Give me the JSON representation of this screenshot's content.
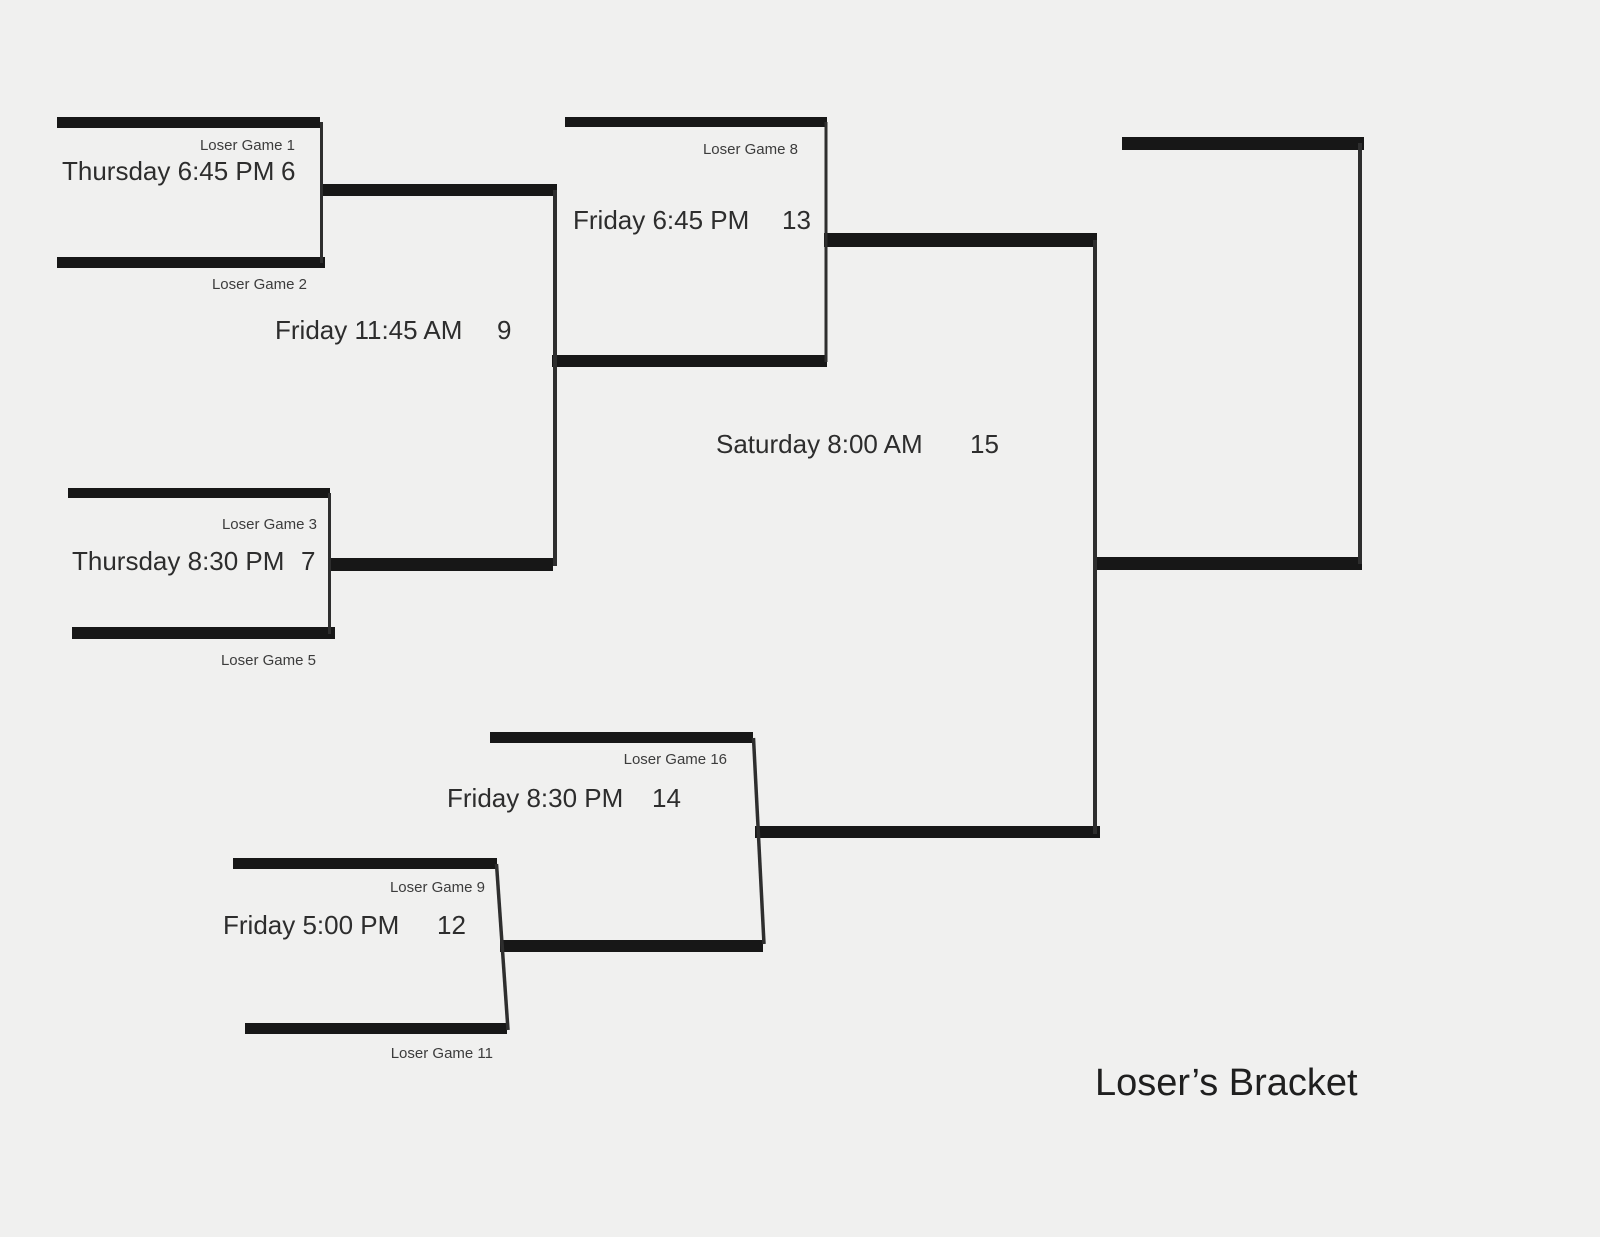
{
  "title": "Loser’s Bracket",
  "colors": {
    "background": "#f0f0ef",
    "bar": "#171717",
    "connector_line": "#2e2e2e",
    "schedule_text": "#2d2d2d",
    "feeder_label_text": "#3c3c3c",
    "title_text": "#1f1f1f"
  },
  "games": {
    "g6": {
      "schedule": "Thursday 6:45 PM",
      "score": "6",
      "top_feeder": "Loser Game 1",
      "bottom_feeder": "Loser Game 2"
    },
    "g7": {
      "schedule": "Thursday 8:30 PM",
      "score": "7",
      "top_feeder": "Loser Game 3",
      "bottom_feeder": "Loser Game 5"
    },
    "g9": {
      "schedule": "Friday 11:45 AM",
      "score": "9"
    },
    "g12": {
      "schedule": "Friday 5:00 PM",
      "score": "12",
      "top_feeder": "Loser Game 9",
      "bottom_feeder": "Loser Game 11"
    },
    "g13": {
      "schedule": "Friday 6:45 PM",
      "score": "13",
      "top_feeder": "Loser Game 8"
    },
    "g14": {
      "schedule": "Friday 8:30 PM",
      "score": "14",
      "top_feeder": "Loser Game 16"
    },
    "g15": {
      "schedule": "Saturday 8:00 AM",
      "score": "15"
    }
  }
}
